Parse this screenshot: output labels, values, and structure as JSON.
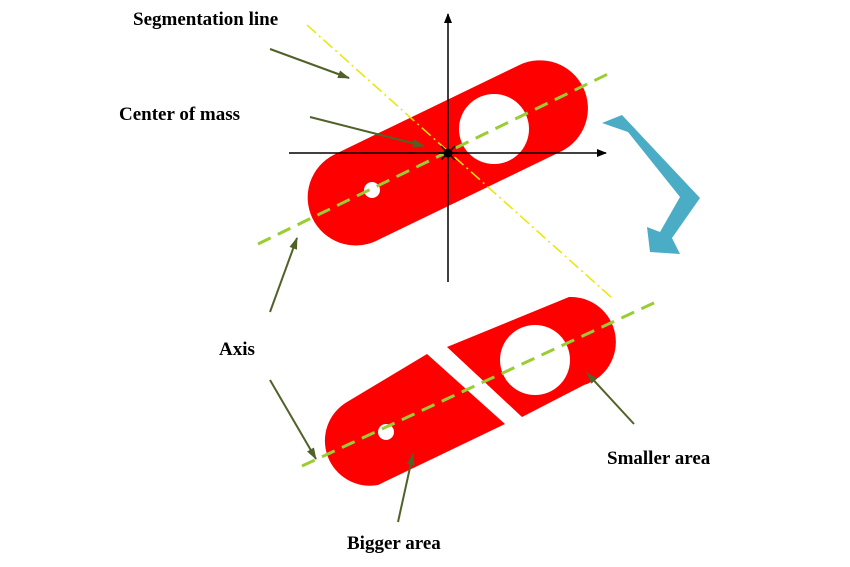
{
  "labels": {
    "segmentation_line": "Segmentation line",
    "center_of_mass": "Center of mass",
    "axis": "Axis",
    "smaller_area": "Smaller area",
    "bigger_area": "Bigger area"
  },
  "colors": {
    "part_fill": "#ff0000",
    "hole_fill": "#ffffff",
    "axis_dash": "#9acd32",
    "segmentation_dash": "#e8e800",
    "leader_line": "#4f6228",
    "rotation_arrow": "#4bacc6",
    "coordinate_axes": "#000000"
  }
}
